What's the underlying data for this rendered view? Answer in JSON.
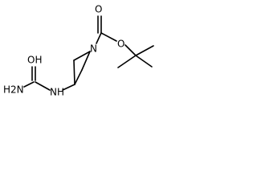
{
  "structure": {
    "atoms": {
      "hydroxyl_o": "OH",
      "amide_n": "H2N",
      "urea_n": "NH",
      "ring_n": "N",
      "carbonyl_o": "O",
      "ester_o": "O"
    },
    "colors": {
      "bond": "#000000",
      "label": "#000000",
      "background": "#ffffff"
    }
  }
}
